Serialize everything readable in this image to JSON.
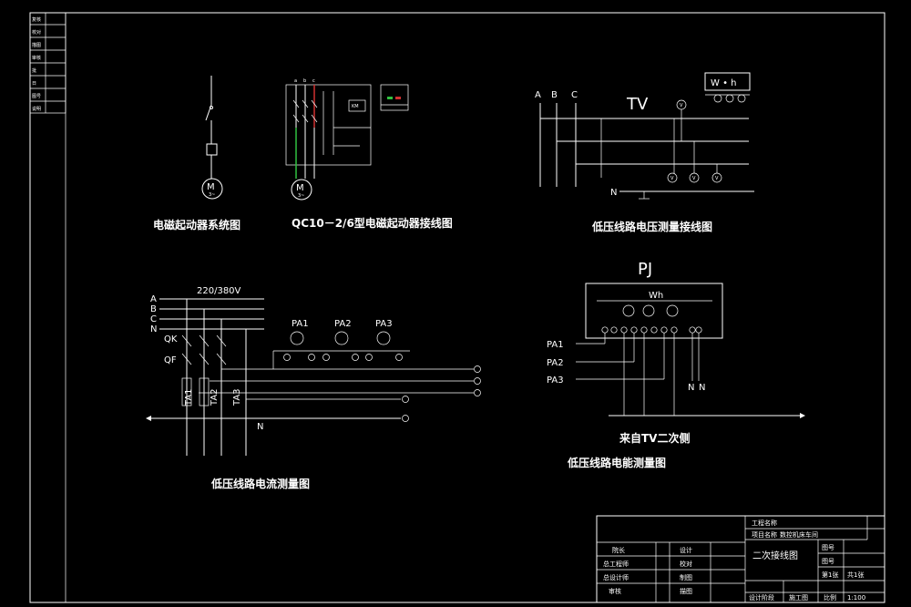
{
  "left_strip": [
    "复核",
    "校对",
    "描图",
    "审核",
    "批",
    "日",
    "图号",
    "说明"
  ],
  "captions": {
    "d1": "电磁起动器系统图",
    "d2": "QC10－2/6型电磁起动器接线图",
    "d3": "低压线路电压测量接线图",
    "d4": "低压线路电流测量图",
    "d5": "低压线路电能测量图"
  },
  "d1": {
    "motor": "M",
    "motor_sub": "3~"
  },
  "d2": {
    "phases": [
      "a",
      "b",
      "c"
    ],
    "km": "KM",
    "motor": "M",
    "motor_sub": "3~"
  },
  "d3": {
    "phases": [
      "A",
      "B",
      "C"
    ],
    "tv": "TV",
    "meter": "W • h",
    "neutral": "N",
    "v": "V"
  },
  "d4": {
    "voltage": "220/380V",
    "phases": [
      "A",
      "B",
      "C",
      "N"
    ],
    "qk": "QK",
    "qf": "QF",
    "pa": [
      "PA1",
      "PA2",
      "PA3"
    ],
    "ta": [
      "TA1",
      "TA2",
      "TA3"
    ],
    "neutral": "N"
  },
  "d5": {
    "pj": "PJ",
    "wh": "Wh",
    "pa": [
      "PA1",
      "PA2",
      "PA3"
    ],
    "nn": [
      "N",
      "N"
    ],
    "tv_side": "来自TV二次侧"
  },
  "title_block": {
    "project_top": "工程名称",
    "project_name": "项目名称",
    "project_value": "数控机床车间",
    "drawing_name": "二次接线图",
    "rows_left": [
      "院长",
      "总工程师",
      "总设计师",
      "审核"
    ],
    "rows_mid": [
      "设计",
      "校对",
      "制图",
      "描图"
    ],
    "right_labels": [
      "图号",
      "图号",
      "第1张",
      "共1张"
    ],
    "bottom": [
      "设计阶段",
      "施工图",
      "比例",
      "1:100"
    ]
  }
}
